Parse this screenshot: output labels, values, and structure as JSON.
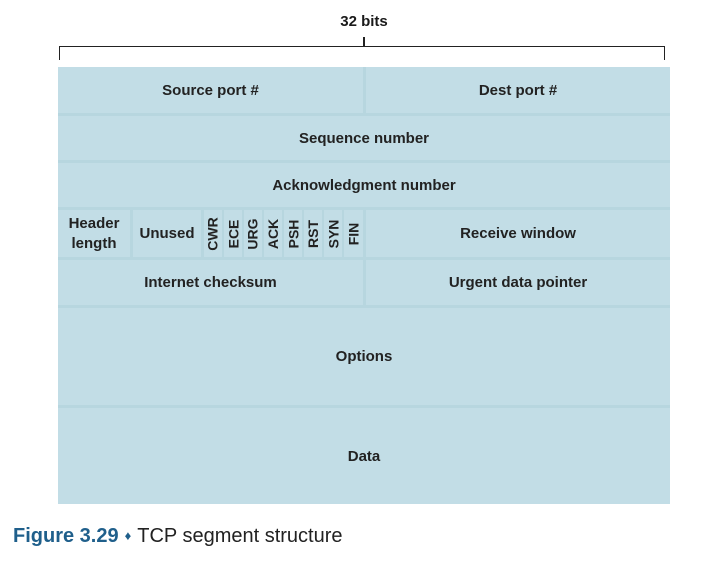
{
  "diagram": {
    "width_label": "32 bits",
    "rows": {
      "source_port": "Source port #",
      "dest_port": "Dest port #",
      "sequence_number": "Sequence number",
      "ack_number": "Acknowledgment number",
      "header_length": "Header length",
      "unused": "Unused",
      "flags": [
        "CWR",
        "ECE",
        "URG",
        "ACK",
        "PSH",
        "RST",
        "SYN",
        "FIN"
      ],
      "receive_window": "Receive window",
      "checksum": "Internet checksum",
      "urgent_pointer": "Urgent data pointer",
      "options": "Options",
      "data": "Data"
    },
    "fill_color": "#c2dde6"
  },
  "caption": {
    "figure_number": "Figure 3.29",
    "separator": "♦",
    "title": "TCP segment structure"
  }
}
